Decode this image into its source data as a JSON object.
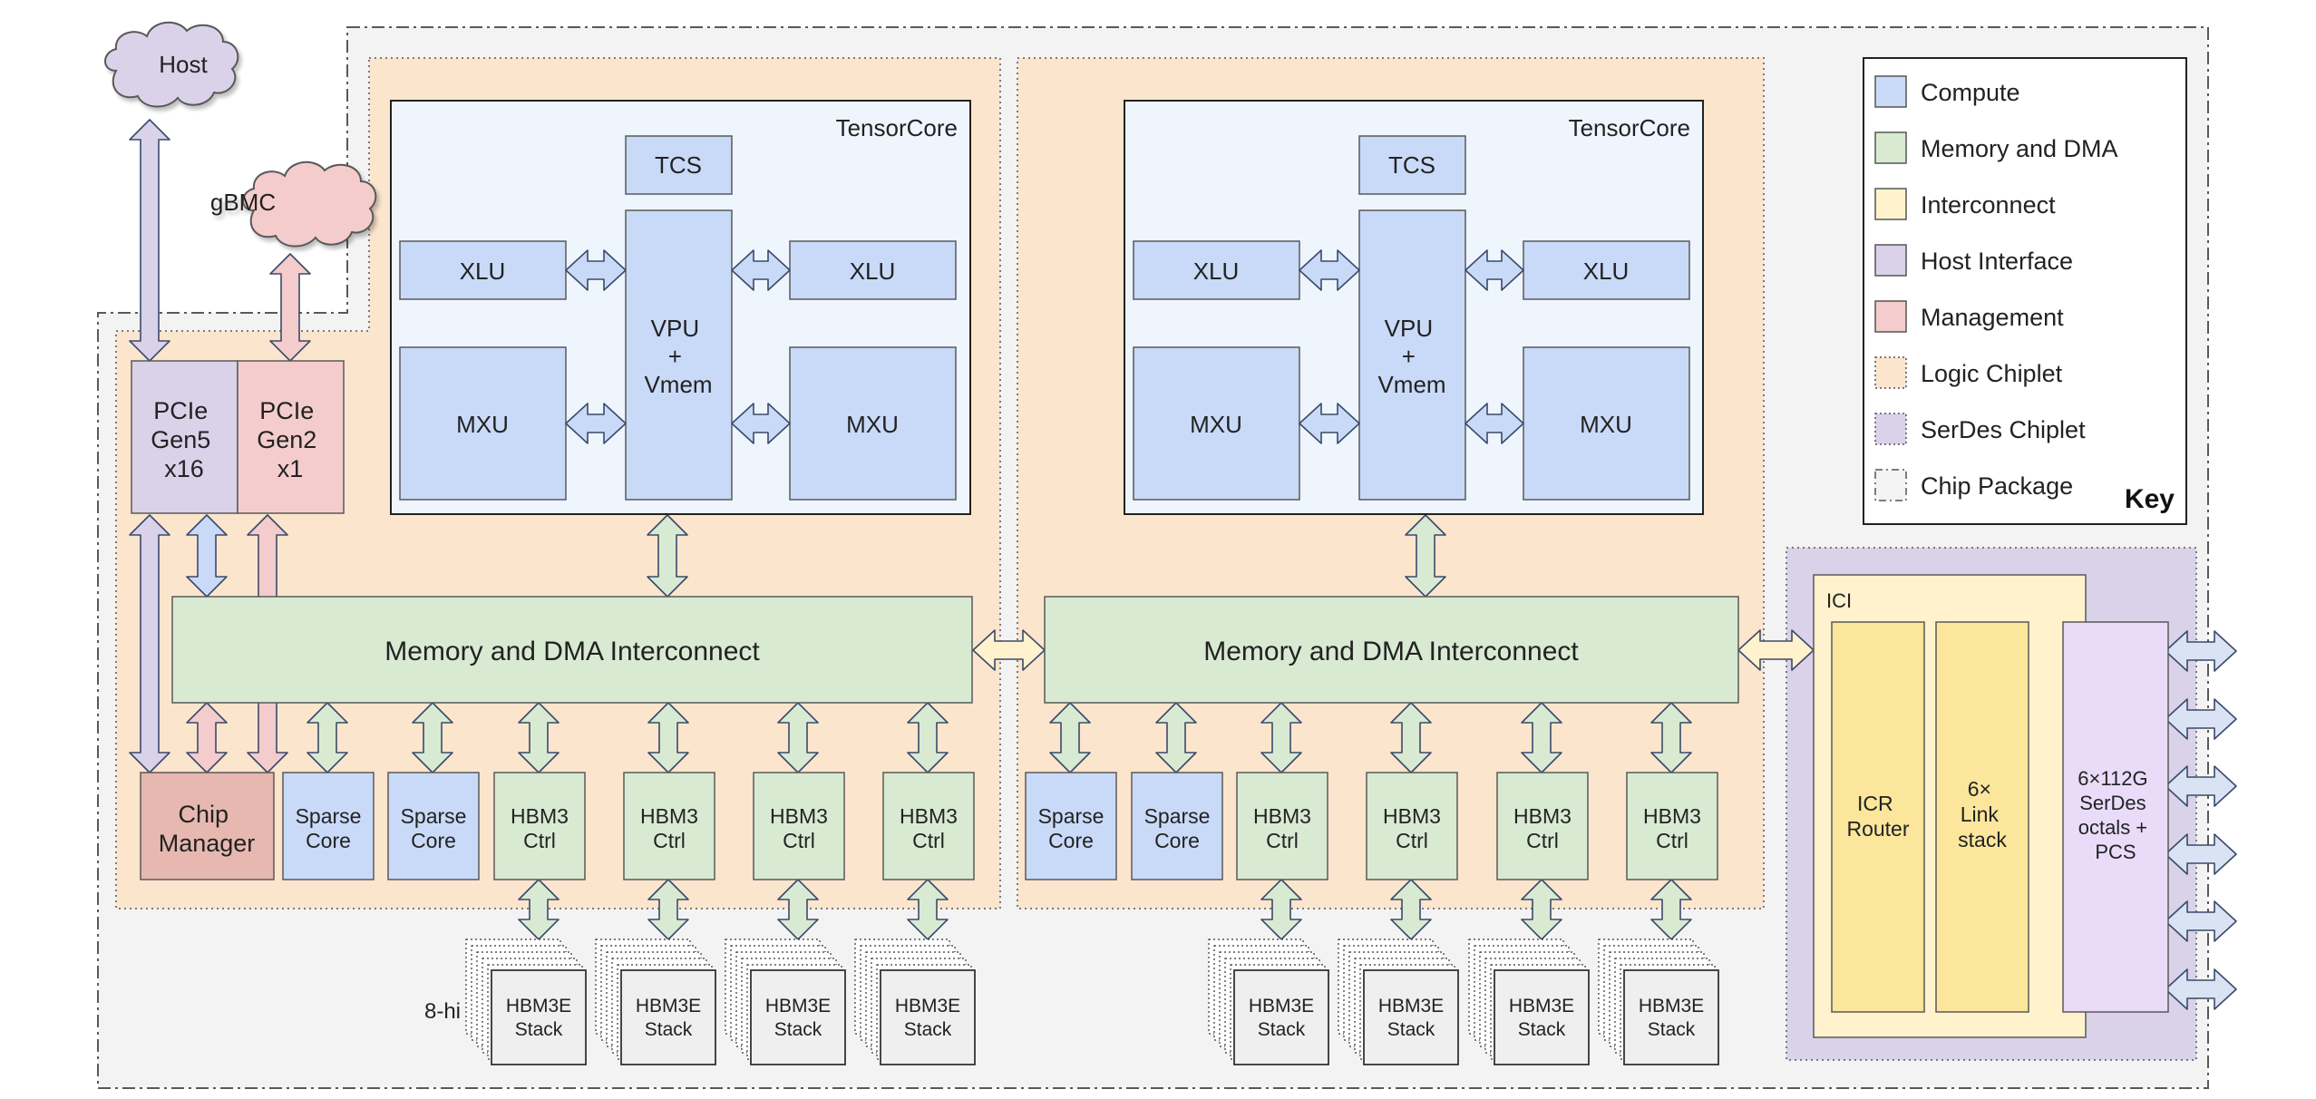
{
  "external": {
    "host": "Host",
    "gbmc": "gBMC"
  },
  "host_interface": {
    "pcie_gen5": [
      "PCIe",
      "Gen5",
      "x16"
    ],
    "pcie_gen2": [
      "PCIe",
      "Gen2",
      "x1"
    ],
    "chip_manager": [
      "Chip",
      "Manager"
    ]
  },
  "tensorcore": {
    "title": "TensorCore",
    "tcs": "TCS",
    "xlu": "XLU",
    "mxu": "MXU",
    "vpu": [
      "VPU",
      "+",
      "Vmem"
    ]
  },
  "interconnect": {
    "label": "Memory and DMA Interconnect"
  },
  "sparse_core": [
    "Sparse",
    "Core"
  ],
  "hbm_ctrl": [
    "HBM3",
    "Ctrl"
  ],
  "hbm_stack": [
    "HBM3E",
    "Stack"
  ],
  "stack_height": "8-hi",
  "ici": {
    "title": "ICI",
    "router": [
      "ICR",
      "Router"
    ],
    "link": [
      "6×",
      "Link",
      "stack"
    ],
    "serdes": [
      "6×112G",
      "SerDes",
      "octals +",
      "PCS"
    ]
  },
  "key": {
    "title": "Key",
    "items": [
      {
        "label": "Compute",
        "color": "#c9daf8",
        "border": "solid"
      },
      {
        "label": "Memory and DMA",
        "color": "#d9ead3",
        "border": "solid"
      },
      {
        "label": "Interconnect",
        "color": "#fff2cc",
        "border": "solid"
      },
      {
        "label": "Host Interface",
        "color": "#d9d2e9",
        "border": "solid"
      },
      {
        "label": "Management",
        "color": "#f4cccc",
        "border": "solid"
      },
      {
        "label": "Logic Chiplet",
        "color": "#fce5cd",
        "border": "dotted"
      },
      {
        "label": "SerDes Chiplet",
        "color": "#d9d2e9",
        "border": "dotted"
      },
      {
        "label": "Chip Package",
        "color": "#f3f3f3",
        "border": "dashdot"
      }
    ]
  },
  "colors": {
    "compute": "#c9daf8",
    "memory": "#d9ead3",
    "interconnect": "#fff2cc",
    "host_interface": "#d9d2e9",
    "management": "#f4cccc",
    "logic_chiplet": "#fce5cd",
    "serdes_chiplet": "#d9d2e9",
    "package": "#f3f3f3",
    "chip_manager": "#e6b8af",
    "serdes_block": "#eadcf8",
    "router": "#fbe69c"
  }
}
